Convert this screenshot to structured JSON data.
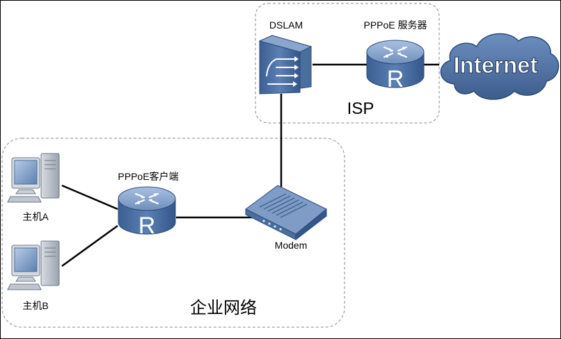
{
  "zones": {
    "isp": {
      "label": "ISP"
    },
    "enterprise": {
      "label": "企业网络"
    }
  },
  "nodes": {
    "dslam": {
      "label": "DSLAM",
      "icon": "dslam-icon"
    },
    "pppoe_server": {
      "label": "PPPoE 服务器",
      "icon": "router-icon",
      "glyph": "R"
    },
    "internet": {
      "label": "Internet",
      "icon": "cloud-icon"
    },
    "pppoe_client": {
      "label": "PPPoE客户端",
      "icon": "router-icon",
      "glyph": "R"
    },
    "modem": {
      "label": "Modem",
      "icon": "modem-icon"
    },
    "host_a": {
      "label": "主机A",
      "icon": "pc-icon"
    },
    "host_b": {
      "label": "主机B",
      "icon": "pc-icon"
    }
  },
  "links": [
    {
      "from": "dslam",
      "to": "pppoe_server"
    },
    {
      "from": "pppoe_server",
      "to": "internet"
    },
    {
      "from": "dslam",
      "to": "modem"
    },
    {
      "from": "modem",
      "to": "pppoe_client"
    },
    {
      "from": "pppoe_client",
      "to": "host_a"
    },
    {
      "from": "pppoe_client",
      "to": "host_b"
    }
  ],
  "colors": {
    "device_fill": "#4a6e9e",
    "device_top": "#8aa6cc",
    "cloud_fill": "#4d6f9f",
    "zone_border": "#888888",
    "link": "#000000"
  }
}
